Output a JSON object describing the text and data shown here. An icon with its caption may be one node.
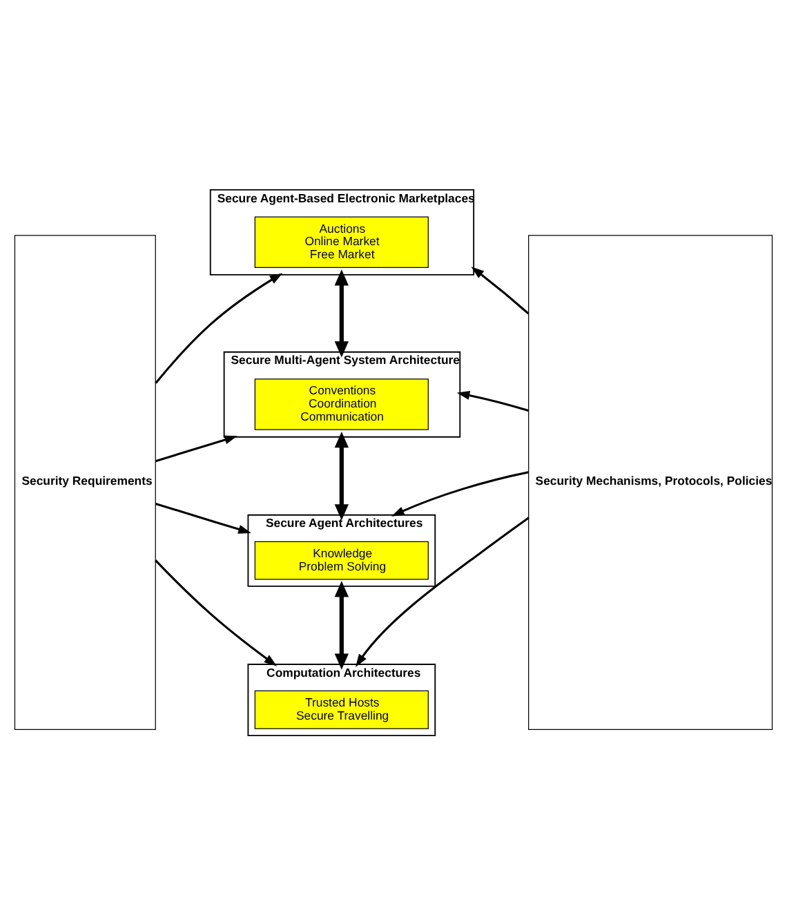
{
  "diagram": {
    "nodes": [
      {
        "text": [
          "Security Requirements"
        ]
      },
      {
        "text": [
          "Secure Agent-Based Electronic Marketplaces"
        ]
      },
      {
        "text": [
          "Auctions",
          "Online Market",
          "Free Market"
        ],
        "in": 1
      },
      {
        "text": [
          "Secure Multi-Agent System Architecture"
        ]
      },
      {
        "text": [
          "Conventions",
          "Coordination",
          "Communication"
        ],
        "in": 3
      },
      {
        "text": [
          "Secure Agent Architectures"
        ]
      },
      {
        "text": [
          "Knowledge",
          "Problem Solving"
        ],
        "in": 5
      },
      {
        "text": [
          "Computation Architectures"
        ]
      },
      {
        "text": [
          "Trusted Hosts",
          "Secure Travelling"
        ],
        "in": 7
      },
      {
        "text": [
          "Security Mechanisms, Protocols, Policies"
        ]
      }
    ],
    "edges": [
      {
        "from": 0,
        "to": 1,
        "arrow": "to"
      },
      {
        "from": 0,
        "to": 3,
        "arrow": "to"
      },
      {
        "from": 0,
        "to": 5,
        "arrow": "to"
      },
      {
        "from": 0,
        "to": 7,
        "arrow": "to"
      },
      {
        "from": 9,
        "to": 1,
        "arrow": "to"
      },
      {
        "from": 9,
        "to": 3,
        "arrow": "to"
      },
      {
        "from": 9,
        "to": 5,
        "arrow": "to"
      },
      {
        "from": 9,
        "to": 7,
        "arrow": "to"
      },
      {
        "from": 1,
        "to": 3,
        "arrow": "both",
        "style": "thick"
      },
      {
        "from": 3,
        "to": 5,
        "arrow": "both",
        "style": "thick"
      },
      {
        "from": 5,
        "to": 7,
        "arrow": "both",
        "style": "thick"
      }
    ]
  }
}
